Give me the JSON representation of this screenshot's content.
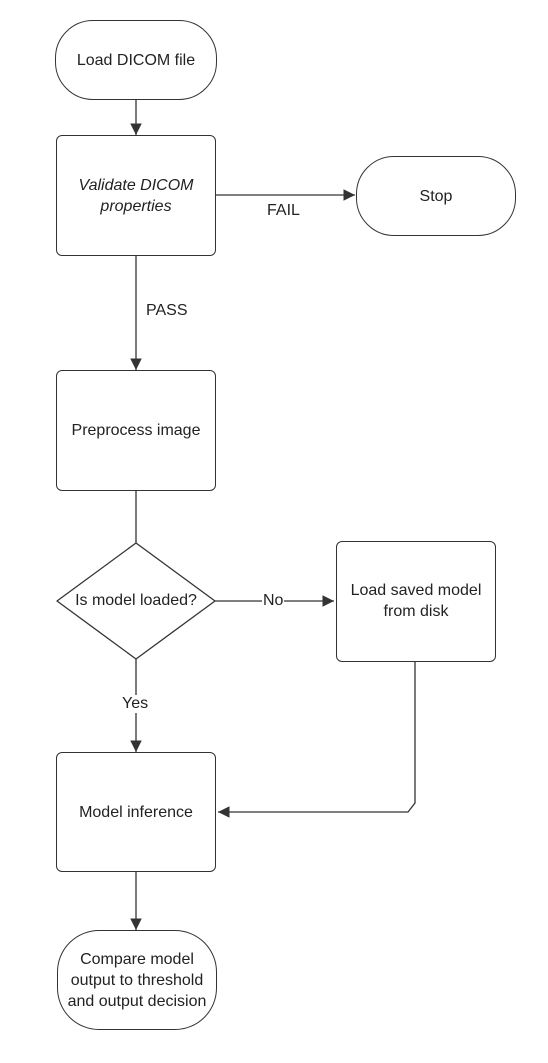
{
  "nodes": {
    "load_dicom": "Load DICOM file",
    "validate": "Validate DICOM properties",
    "stop": "Stop",
    "preprocess": "Preprocess image",
    "is_model_loaded": "Is model loaded?",
    "load_saved_model": "Load saved model from disk",
    "inference": "Model inference",
    "compare": "Compare model output to threshold and output decision"
  },
  "edges": {
    "fail": "FAIL",
    "pass": "PASS",
    "no": "No",
    "yes": "Yes"
  },
  "colors": {
    "stroke": "#333333",
    "background": "#ffffff",
    "text": "#222222"
  }
}
